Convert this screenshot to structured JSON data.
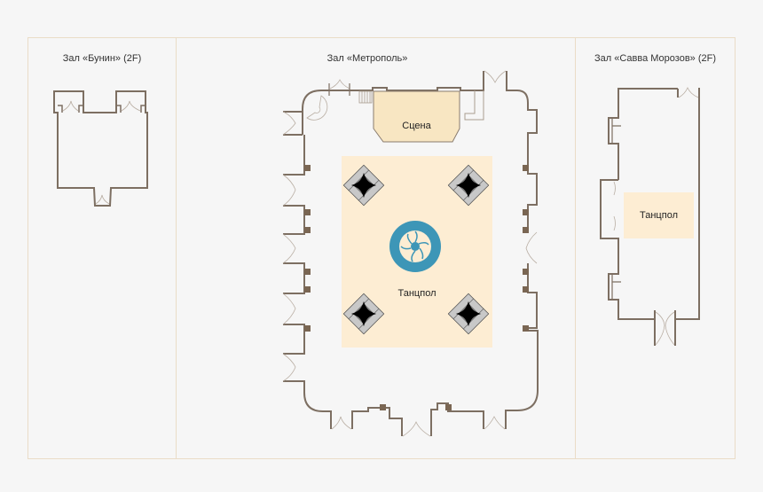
{
  "halls": [
    {
      "name": "Зал «Бунин» (2F)"
    },
    {
      "name": "Зал «Метрополь»",
      "stage_label": "Сцена",
      "dancefloor_label": "Танцпол"
    },
    {
      "name": "Зал «Савва Морозов» (2F)",
      "dancefloor_label": "Танцпол"
    }
  ],
  "colors": {
    "wall": "#7d6f62",
    "border": "#eadcc7",
    "stage": "#f8e6c2",
    "dancefloor": "#fdedd3",
    "fountain": "#3d96b7",
    "column": "#7a6653",
    "background": "#f6f6f6"
  }
}
